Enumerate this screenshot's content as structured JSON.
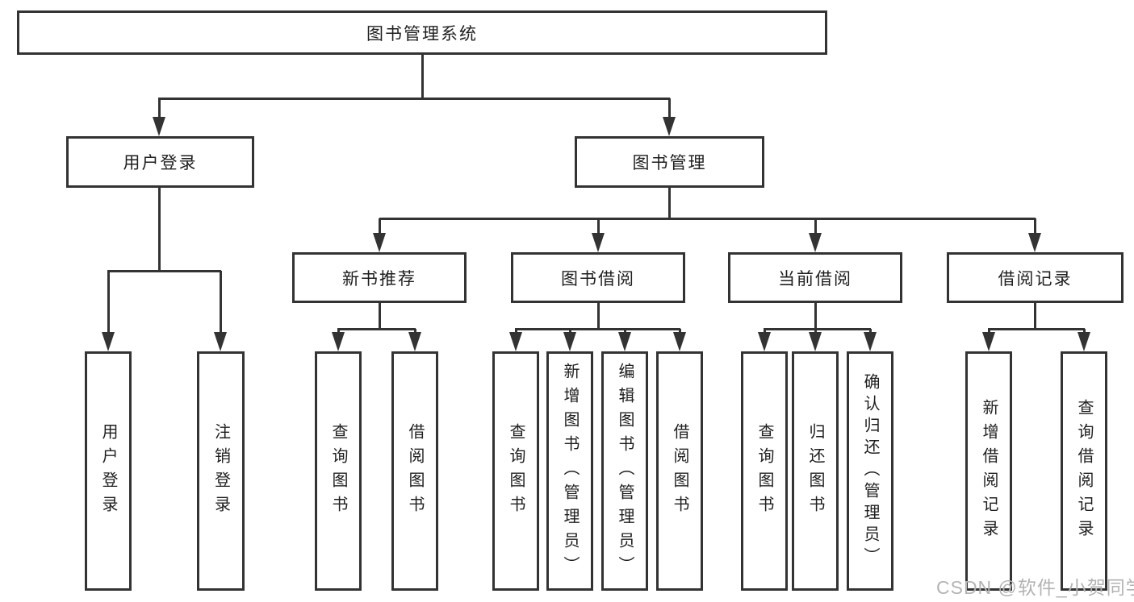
{
  "diagram": {
    "root": {
      "label": "图书管理系统"
    },
    "level1": [
      {
        "id": "user-login",
        "label": "用户登录"
      },
      {
        "id": "book-management",
        "label": "图书管理"
      }
    ],
    "level2": [
      {
        "id": "new-book-recommend",
        "parent": "图书管理",
        "label": "新书推荐"
      },
      {
        "id": "book-borrow",
        "parent": "图书管理",
        "label": "图书借阅"
      },
      {
        "id": "current-borrow",
        "parent": "图书管理",
        "label": "当前借阅"
      },
      {
        "id": "borrow-records",
        "parent": "图书管理",
        "label": "借阅记录"
      }
    ],
    "leaves": [
      {
        "parent": "用户登录",
        "label": "用户登录"
      },
      {
        "parent": "用户登录",
        "label": "注销登录"
      },
      {
        "parent": "新书推荐",
        "label": "查询图书"
      },
      {
        "parent": "新书推荐",
        "label": "借阅图书"
      },
      {
        "parent": "图书借阅",
        "label": "查询图书"
      },
      {
        "parent": "图书借阅",
        "label": "新增图书（管理员）"
      },
      {
        "parent": "图书借阅",
        "label": "编辑图书（管理员）"
      },
      {
        "parent": "图书借阅",
        "label": "借阅图书"
      },
      {
        "parent": "当前借阅",
        "label": "查询图书"
      },
      {
        "parent": "当前借阅",
        "label": "归还图书"
      },
      {
        "parent": "当前借阅",
        "label": "确认归还（管理员）"
      },
      {
        "parent": "借阅记录",
        "label": "新增借阅记录"
      },
      {
        "parent": "借阅记录",
        "label": "查询借阅记录"
      }
    ]
  },
  "watermark": {
    "text": "CSDN @软件_小贺同学"
  },
  "colors": {
    "line": "#333333",
    "text": "#1f1f1f",
    "watermark": "#b3b3b3",
    "background": "#ffffff"
  }
}
